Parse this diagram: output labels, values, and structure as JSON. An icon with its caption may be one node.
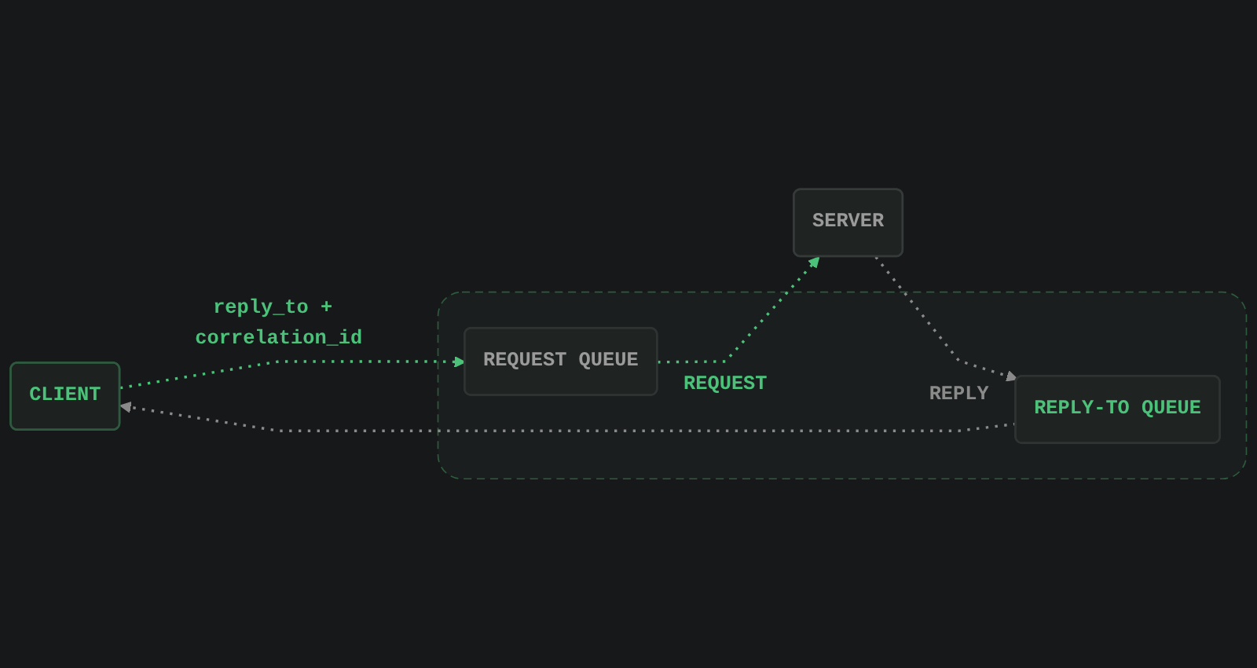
{
  "diagram": {
    "nodes": [
      {
        "text": [
          "CLIENT"
        ]
      },
      {
        "text": [],
        "shape": "box"
      },
      {
        "text": [
          "REQUEST QUEUE"
        ],
        "in": 1
      },
      {
        "text": [
          "REPLY-TO QUEUE"
        ],
        "in": 1
      },
      {
        "text": [
          "SERVER"
        ]
      }
    ],
    "edges": [
      {
        "from": 0,
        "to": 2,
        "arrow": "to",
        "label": "reply_to + correlation_id",
        "style": "dashed",
        "color": "#4cc17a"
      },
      {
        "from": 2,
        "to": 4,
        "arrow": "to",
        "label": "REQUEST",
        "style": "dashed",
        "color": "#4cc17a"
      },
      {
        "from": 4,
        "to": 3,
        "arrow": "to",
        "label": "REPLY",
        "style": "dashed",
        "color": "#8a8a8a"
      },
      {
        "from": 3,
        "to": 0,
        "arrow": "to",
        "style": "dashed",
        "color": "#8a8a8a"
      }
    ]
  }
}
